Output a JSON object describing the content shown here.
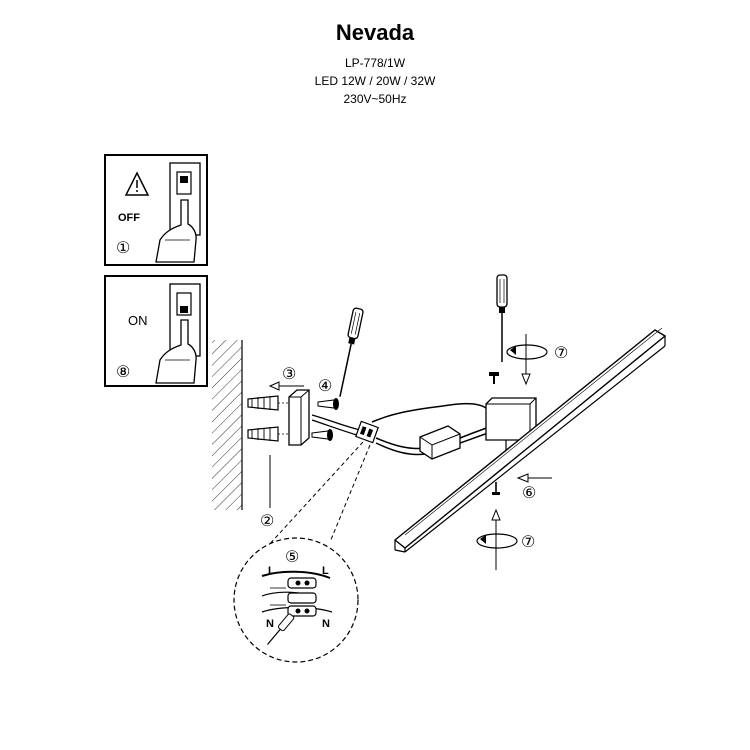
{
  "title": "Nevada",
  "model": "LP-778/1W",
  "led": "LED 12W / 20W / 32W",
  "power": "230V~50Hz",
  "panel_off": {
    "label": "OFF",
    "step": "①"
  },
  "panel_on": {
    "label": "ON",
    "step": "⑧"
  },
  "steps": {
    "s2": "②",
    "s3": "③",
    "s4": "④",
    "s5": "⑤",
    "s6": "⑥",
    "s7a": "⑦",
    "s7b": "⑦"
  },
  "wiring": {
    "live_left": "L",
    "live_right": "L",
    "neutral_left": "N",
    "neutral_right": "N"
  },
  "icons": [
    "warning-icon",
    "switch-icon",
    "hand-icon",
    "screwdriver-icon",
    "rotate-icon",
    "arrow-icon",
    "wall-plug-icon",
    "screw-icon",
    "lamp-bar-icon"
  ]
}
